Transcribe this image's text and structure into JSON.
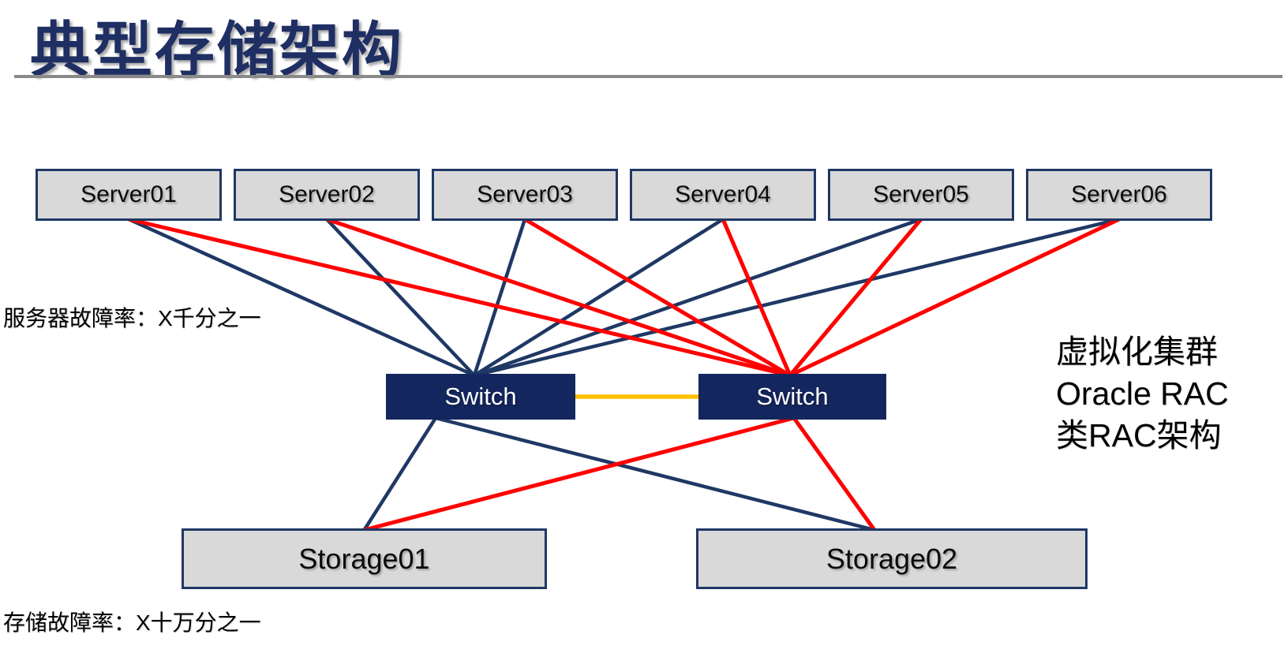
{
  "title": "典型存储架构",
  "colors": {
    "title": "#1F2F63",
    "rule": "#8A8A8A",
    "navy": "#1F3864",
    "red": "#FF0000",
    "orange": "#FFC000",
    "node_fill": "#D9D9D9",
    "node_border": "#1F3864",
    "switch_fill": "#14265E",
    "switch_text": "#FFFFFF"
  },
  "servers": [
    {
      "id": "server-01",
      "label": "Server01"
    },
    {
      "id": "server-02",
      "label": "Server02"
    },
    {
      "id": "server-03",
      "label": "Server03"
    },
    {
      "id": "server-04",
      "label": "Server04"
    },
    {
      "id": "server-05",
      "label": "Server05"
    },
    {
      "id": "server-06",
      "label": "Server06"
    }
  ],
  "switches": [
    {
      "id": "switch-a",
      "label": "Switch"
    },
    {
      "id": "switch-b",
      "label": "Switch"
    }
  ],
  "storages": [
    {
      "id": "storage-01",
      "label": "Storage01"
    },
    {
      "id": "storage-02",
      "label": "Storage02"
    }
  ],
  "captions": {
    "server_failure_rate": "服务器故障率：X千分之一",
    "storage_failure_rate": "存储故障率：X十万分之一"
  },
  "side_note": {
    "lines": [
      "虚拟化集群",
      "Oracle RAC",
      "类RAC架构"
    ]
  },
  "connections": [
    {
      "from": "server-01",
      "to": "switch-a",
      "color": "navy"
    },
    {
      "from": "server-02",
      "to": "switch-a",
      "color": "navy"
    },
    {
      "from": "server-03",
      "to": "switch-a",
      "color": "navy"
    },
    {
      "from": "server-04",
      "to": "switch-a",
      "color": "navy"
    },
    {
      "from": "server-05",
      "to": "switch-a",
      "color": "navy"
    },
    {
      "from": "server-06",
      "to": "switch-a",
      "color": "navy"
    },
    {
      "from": "switch-a",
      "to": "storage-01",
      "color": "navy"
    },
    {
      "from": "switch-a",
      "to": "storage-02",
      "color": "navy"
    },
    {
      "from": "server-01",
      "to": "switch-b",
      "color": "red"
    },
    {
      "from": "server-02",
      "to": "switch-b",
      "color": "red"
    },
    {
      "from": "server-03",
      "to": "switch-b",
      "color": "red"
    },
    {
      "from": "server-04",
      "to": "switch-b",
      "color": "red"
    },
    {
      "from": "server-05",
      "to": "switch-b",
      "color": "red"
    },
    {
      "from": "server-06",
      "to": "switch-b",
      "color": "red"
    },
    {
      "from": "switch-b",
      "to": "storage-01",
      "color": "red"
    },
    {
      "from": "switch-b",
      "to": "storage-02",
      "color": "red"
    },
    {
      "from": "switch-a",
      "to": "switch-b",
      "color": "orange"
    }
  ]
}
